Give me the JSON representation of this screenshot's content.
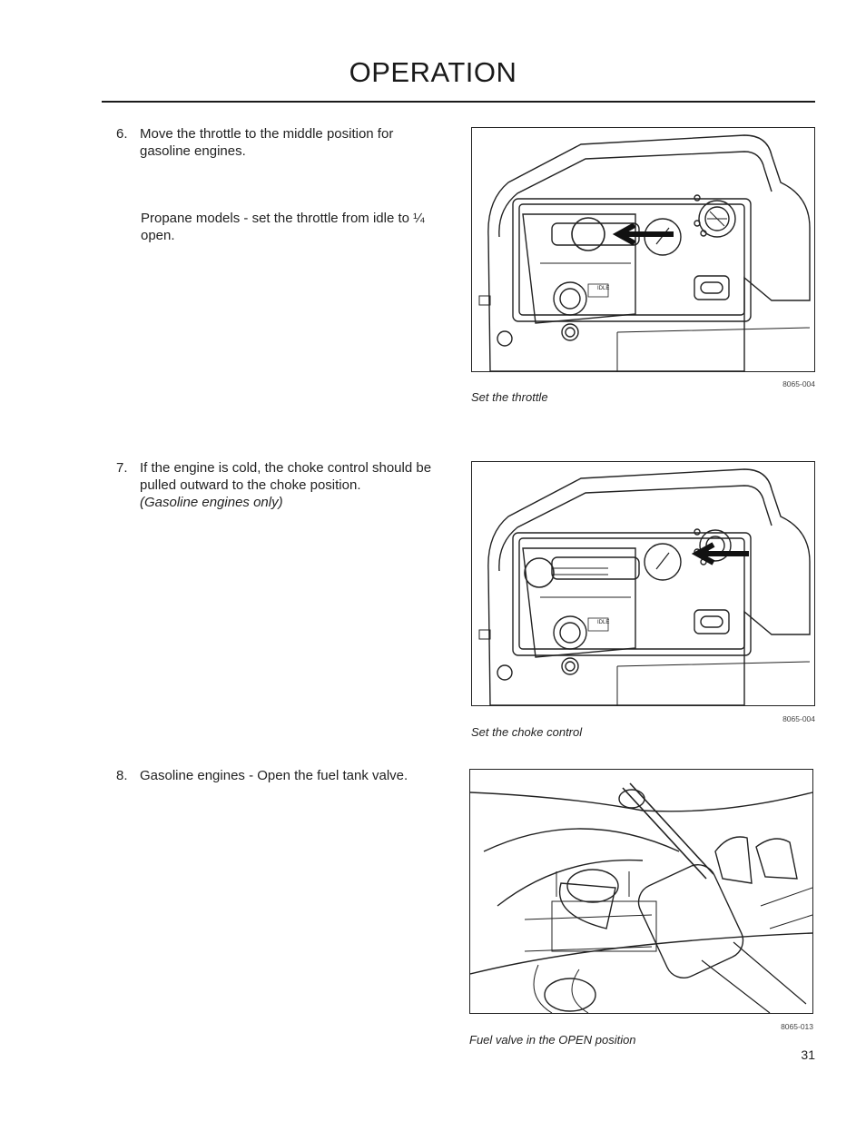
{
  "header": {
    "title": "OPERATION"
  },
  "steps": [
    {
      "number": "6.",
      "text": "Move the throttle to the middle position for gasoline engines.",
      "note": ""
    },
    {
      "number": "7.",
      "text": "If the engine is cold, the choke control should be pulled outward to the choke position.",
      "note": "(Gasoline engines only)"
    },
    {
      "number": "8.",
      "text": "Gasoline engines - Open the fuel tank valve.",
      "note": ""
    }
  ],
  "propane_note": "Propane models - set the throttle from idle to ¼ open.",
  "figures": [
    {
      "code": "8065-004",
      "caption": "Set the throttle",
      "arrow_target": "throttle-lever",
      "panel_label": "IDLE"
    },
    {
      "code": "8065-004",
      "caption": "Set the choke control",
      "arrow_target": "choke-knob",
      "panel_label": "IDLE"
    },
    {
      "code": "8065-013",
      "caption": "Fuel valve in the OPEN position"
    }
  ],
  "footer": {
    "page_number": "31"
  },
  "colors": {
    "text": "#222222",
    "rule": "#1a1a1a",
    "arrow": "#111111"
  }
}
